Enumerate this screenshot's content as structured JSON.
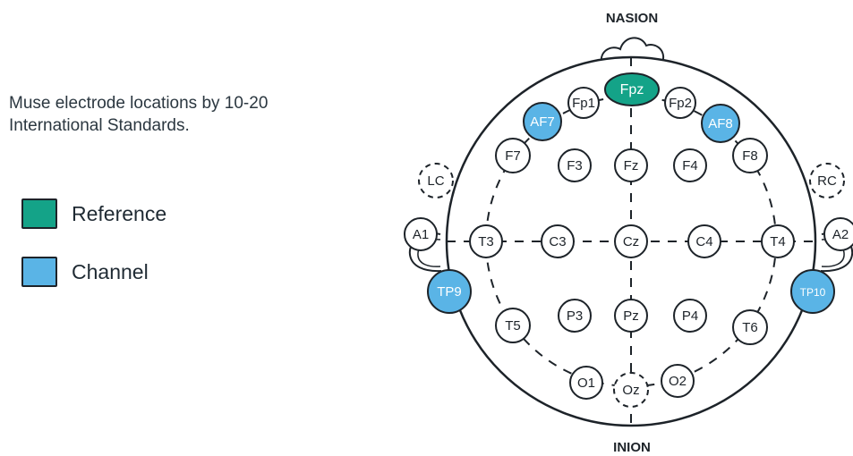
{
  "description": "Muse electrode locations by 10-20 International Standards.",
  "colors": {
    "reference": "#14a388",
    "channel": "#5ab4e6",
    "outline": "#1d2329",
    "default_fill": "#ffffff"
  },
  "legend": [
    {
      "id": "reference",
      "label": "Reference",
      "color": "#14a388"
    },
    {
      "id": "channel",
      "label": "Channel",
      "color": "#5ab4e6"
    }
  ],
  "landmarks": {
    "top": "NASION",
    "bottom": "INION"
  },
  "electrodes": [
    {
      "id": "fpz",
      "label": "Fpz",
      "type": "reference"
    },
    {
      "id": "fp1",
      "label": "Fp1",
      "type": "normal"
    },
    {
      "id": "fp2",
      "label": "Fp2",
      "type": "normal"
    },
    {
      "id": "af7",
      "label": "AF7",
      "type": "channel"
    },
    {
      "id": "af8",
      "label": "AF8",
      "type": "channel"
    },
    {
      "id": "f7",
      "label": "F7",
      "type": "normal"
    },
    {
      "id": "f3",
      "label": "F3",
      "type": "normal"
    },
    {
      "id": "fz",
      "label": "Fz",
      "type": "normal"
    },
    {
      "id": "f4",
      "label": "F4",
      "type": "normal"
    },
    {
      "id": "f8",
      "label": "F8",
      "type": "normal"
    },
    {
      "id": "lc",
      "label": "LC",
      "type": "optional"
    },
    {
      "id": "rc",
      "label": "RC",
      "type": "optional"
    },
    {
      "id": "a1",
      "label": "A1",
      "type": "normal"
    },
    {
      "id": "a2",
      "label": "A2",
      "type": "normal"
    },
    {
      "id": "t3",
      "label": "T3",
      "type": "normal"
    },
    {
      "id": "c3",
      "label": "C3",
      "type": "normal"
    },
    {
      "id": "cz",
      "label": "Cz",
      "type": "normal"
    },
    {
      "id": "c4",
      "label": "C4",
      "type": "normal"
    },
    {
      "id": "t4",
      "label": "T4",
      "type": "normal"
    },
    {
      "id": "tp9",
      "label": "TP9",
      "type": "channel"
    },
    {
      "id": "tp10",
      "label": "TP10",
      "type": "channel"
    },
    {
      "id": "t5",
      "label": "T5",
      "type": "normal"
    },
    {
      "id": "p3",
      "label": "P3",
      "type": "normal"
    },
    {
      "id": "pz",
      "label": "Pz",
      "type": "normal"
    },
    {
      "id": "p4",
      "label": "P4",
      "type": "normal"
    },
    {
      "id": "t6",
      "label": "T6",
      "type": "normal"
    },
    {
      "id": "o1",
      "label": "O1",
      "type": "normal"
    },
    {
      "id": "oz",
      "label": "Oz",
      "type": "optional"
    },
    {
      "id": "o2",
      "label": "O2",
      "type": "normal"
    }
  ]
}
